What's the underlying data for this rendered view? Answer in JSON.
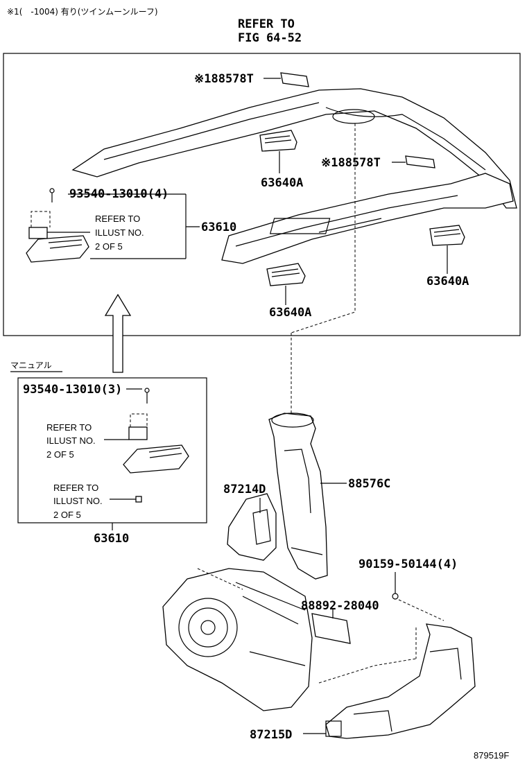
{
  "header": {
    "note": "※1(　-1004) 有り(ツインムーンルーフ)"
  },
  "top_box": {
    "refer_line1": "REFER TO",
    "refer_line2": "FIG 64-52",
    "labels": {
      "p88578T_a": "※188578T",
      "p88578T_b": "※188578T",
      "p63640A_a": "63640A",
      "p63640A_b": "63640A",
      "p63640A_c": "63640A",
      "p93540_4": "93540-13010(4)",
      "p63610": "63610"
    },
    "illust_ref": [
      "REFER TO",
      "ILLUST NO.",
      "2 OF 5"
    ]
  },
  "manual_box": {
    "title": "マニュアル",
    "p93540_3": "93540-13010(3)",
    "illust_ref_a": [
      "REFER TO",
      "ILLUST NO.",
      "2 OF 5"
    ],
    "illust_ref_b": [
      "REFER TO",
      "ILLUST NO.",
      "2 OF 5"
    ],
    "p63610": "63610"
  },
  "lower": {
    "p87214D": "87214D",
    "p88576C": "88576C",
    "p90159": "90159-50144(4)",
    "p88892": "88892-28040",
    "p87215D": "87215D"
  },
  "footer": {
    "code": "879519F"
  }
}
